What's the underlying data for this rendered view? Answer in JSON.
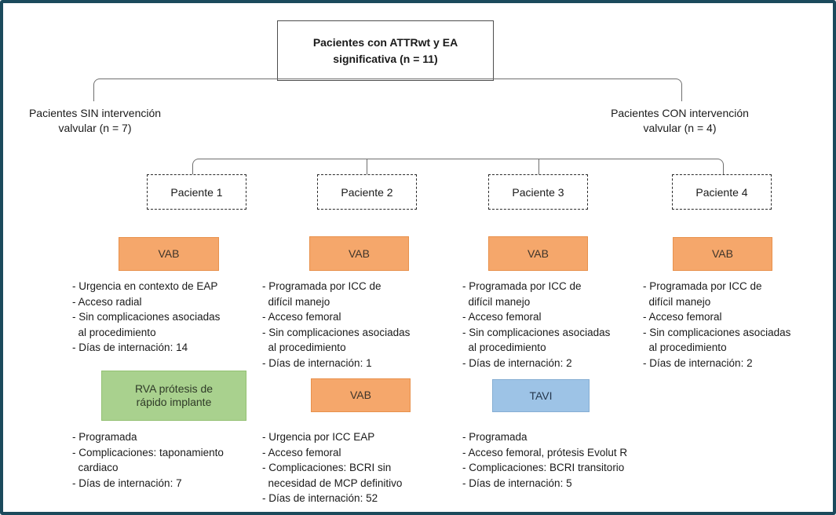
{
  "root": {
    "title": "Pacientes con ATTRwt y EA\nsignificativa (n = 11)"
  },
  "branches": {
    "left": {
      "label": "Pacientes SIN intervención\nvalvular (n = 7)"
    },
    "right": {
      "label": "Pacientes CON intervención\nvalvular (n = 4)"
    }
  },
  "patients": [
    {
      "name": "Paciente 1",
      "procedures": [
        {
          "type": "VAB",
          "label": "VAB",
          "details": "- Urgencia en contexto de EAP\n- Acceso radial\n- Sin complicaciones asociadas\n  al procedimiento\n- Días de internación: 14"
        },
        {
          "type": "RVA",
          "label": "RVA prótesis de\nrápido implante",
          "details": "- Programada\n- Complicaciones: taponamiento\n  cardiaco\n- Días de internación: 7"
        }
      ]
    },
    {
      "name": "Paciente 2",
      "procedures": [
        {
          "type": "VAB",
          "label": "VAB",
          "details": "- Programada por ICC de\n  difícil manejo\n- Acceso femoral\n- Sin complicaciones asociadas\n  al procedimiento\n- Días de internación: 1"
        },
        {
          "type": "VAB",
          "label": "VAB",
          "details": "- Urgencia por ICC EAP\n- Acceso femoral\n- Complicaciones: BCRI sin\n  necesidad de MCP definitivo\n- Días de internación: 52"
        }
      ]
    },
    {
      "name": "Paciente 3",
      "procedures": [
        {
          "type": "VAB",
          "label": "VAB",
          "details": "- Programada por ICC de\n  difícil manejo\n- Acceso femoral\n- Sin complicaciones asociadas\n  al procedimiento\n- Días de internación: 2"
        },
        {
          "type": "TAVI",
          "label": "TAVI",
          "details": "- Programada\n- Acceso femoral, prótesis Evolut R\n- Complicaciones: BCRI transitorio\n- Días de internación: 5"
        }
      ]
    },
    {
      "name": "Paciente 4",
      "procedures": [
        {
          "type": "VAB",
          "label": "VAB",
          "details": "- Programada por ICC de\n  difícil manejo\n- Acceso femoral\n- Sin complicaciones asociadas\n  al procedimiento\n- Días de internación: 2"
        }
      ]
    }
  ],
  "colors": {
    "frame_border": "#1b4a5c",
    "connector": "#6e6e6e",
    "vab_fill": "#f5a76b",
    "vab_border": "#e8914c",
    "rva_fill": "#a9d18e",
    "rva_border": "#94c173",
    "tavi_fill": "#9dc3e6",
    "tavi_border": "#86aed3"
  }
}
